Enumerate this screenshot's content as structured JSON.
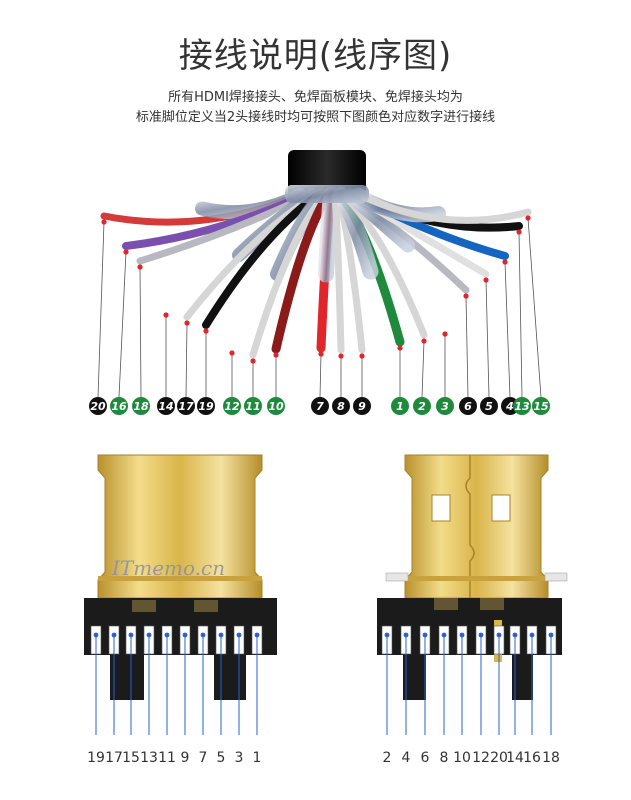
{
  "title": "接线说明(线序图)",
  "description": {
    "line1": "所有HDMI焊接接头、免焊面板模块、免焊接头均为",
    "line2": "标准脚位定义当2头接线时均可按照下图颜色对应数字进行接线"
  },
  "watermark": "ITmemo.cn",
  "colors": {
    "black_badge": "#111111",
    "green_badge": "#1f8a3c",
    "red_dot": "#e0262b",
    "pin_line": "#2a62d6",
    "gold": "#d9b54a",
    "connector_body": "#1b1b1b"
  },
  "wire_labels": [
    {
      "num": "20",
      "color": "black"
    },
    {
      "num": "16",
      "color": "green"
    },
    {
      "num": "18",
      "color": "green"
    },
    {
      "num": "14",
      "color": "black"
    },
    {
      "num": "17",
      "color": "black"
    },
    {
      "num": "19",
      "color": "black"
    },
    {
      "num": "12",
      "color": "green"
    },
    {
      "num": "11",
      "color": "green"
    },
    {
      "num": "10",
      "color": "green"
    },
    {
      "num": "7",
      "color": "black"
    },
    {
      "num": "8",
      "color": "black"
    },
    {
      "num": "9",
      "color": "black"
    },
    {
      "num": "1",
      "color": "green"
    },
    {
      "num": "2",
      "color": "green"
    },
    {
      "num": "3",
      "color": "green"
    },
    {
      "num": "6",
      "color": "black"
    },
    {
      "num": "5",
      "color": "black"
    },
    {
      "num": "4",
      "color": "black"
    },
    {
      "num": "13",
      "color": "green"
    },
    {
      "num": "15",
      "color": "green"
    }
  ],
  "left_connector_pins": [
    "19",
    "17",
    "15",
    "13",
    "11",
    "9",
    "7",
    "5",
    "3",
    "1"
  ],
  "right_connector_pins": [
    "2",
    "4",
    "6",
    "8",
    "10",
    "12",
    "20",
    "14",
    "16",
    "18"
  ]
}
